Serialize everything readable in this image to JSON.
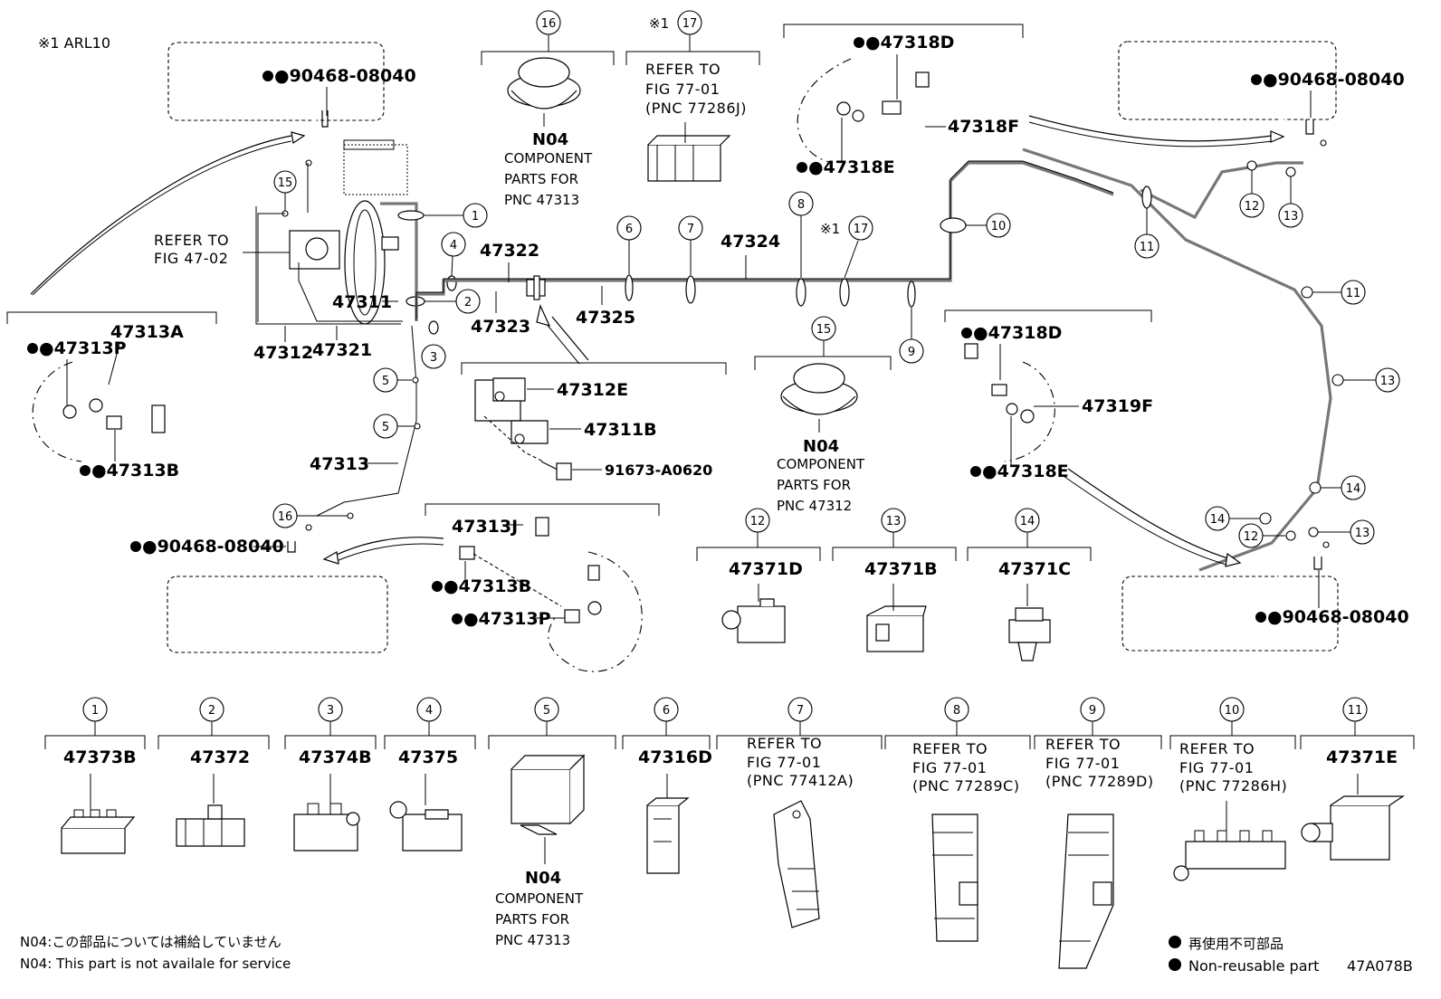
{
  "figure_code": "47A078B",
  "notes": {
    "variant": "※1 ARL10",
    "n04_jp": "N04:この部品については補給していません",
    "n04_en": "N04: This part is not availale for service",
    "legend_jp": "再使用不可部品",
    "legend_en": "Non-reusable part"
  },
  "callouts": {
    "c1": "1",
    "c2": "2",
    "c3": "3",
    "c4": "4",
    "c5": "5",
    "c6": "6",
    "c7": "7",
    "c8": "8",
    "c9": "9",
    "c10": "10",
    "c11": "11",
    "c12": "12",
    "c13": "13",
    "c14": "14",
    "c15": "15",
    "c16": "16",
    "c17": "17",
    "mark17a": "※1",
    "mark17b": "※1"
  },
  "parts": {
    "p47311": "47311",
    "p47312": "47312",
    "p47313": "47313",
    "p47321": "47321",
    "p47322": "47322",
    "p47323": "47323",
    "p47324": "47324",
    "p47325": "47325",
    "p47312E": "47312E",
    "p47311B": "47311B",
    "p91673": "91673-A0620",
    "p47313A": "47313A",
    "p47313P_a": "●47313P",
    "p47313B_a": "●47313B",
    "p47313J": "47313J",
    "p47313B_b": "●47313B",
    "p47313P_b": "●47313P",
    "p47318D_a": "●47318D",
    "p47318E_a": "●47318E",
    "p47318F": "47318F",
    "p47318D_b": "●47318D",
    "p47318E_b": "●47318E",
    "p47319F": "47319F",
    "p90468_a": "●90468-08040",
    "p90468_b": "●90468-08040",
    "p90468_c": "●90468-08040",
    "p90468_d": "●90468-08040",
    "p47371D": "47371D",
    "p47371B": "47371B",
    "p47371C": "47371C",
    "p47373B": "47373B",
    "p47372": "47372",
    "p47374B": "47374B",
    "p47375": "47375",
    "p47316D": "47316D",
    "p47371E": "47371E"
  },
  "refs": {
    "fig4702": [
      "REFER TO",
      "FIG 47-02"
    ],
    "r17_top": [
      "REFER TO",
      "FIG 77-01",
      "(PNC 77286J)"
    ],
    "r7": [
      "REFER TO",
      "FIG 77-01",
      "(PNC 77412A)"
    ],
    "r8": [
      "REFER TO",
      "FIG 77-01",
      "(PNC 77289C)"
    ],
    "r9": [
      "REFER TO",
      "FIG 77-01",
      "(PNC 77289D)"
    ],
    "r10": [
      "REFER TO",
      "FIG 77-01",
      "(PNC 77286H)"
    ]
  },
  "n04_blocks": {
    "b16": {
      "code": "N04",
      "l1": "COMPONENT",
      "l2": "PARTS FOR",
      "l3": "PNC 47313"
    },
    "b15": {
      "code": "N04",
      "l1": "COMPONENT",
      "l2": "PARTS FOR",
      "l3": "PNC 47312"
    },
    "b5": {
      "code": "N04",
      "l1": "COMPONENT",
      "l2": "PARTS FOR",
      "l3": "PNC 47313"
    }
  }
}
